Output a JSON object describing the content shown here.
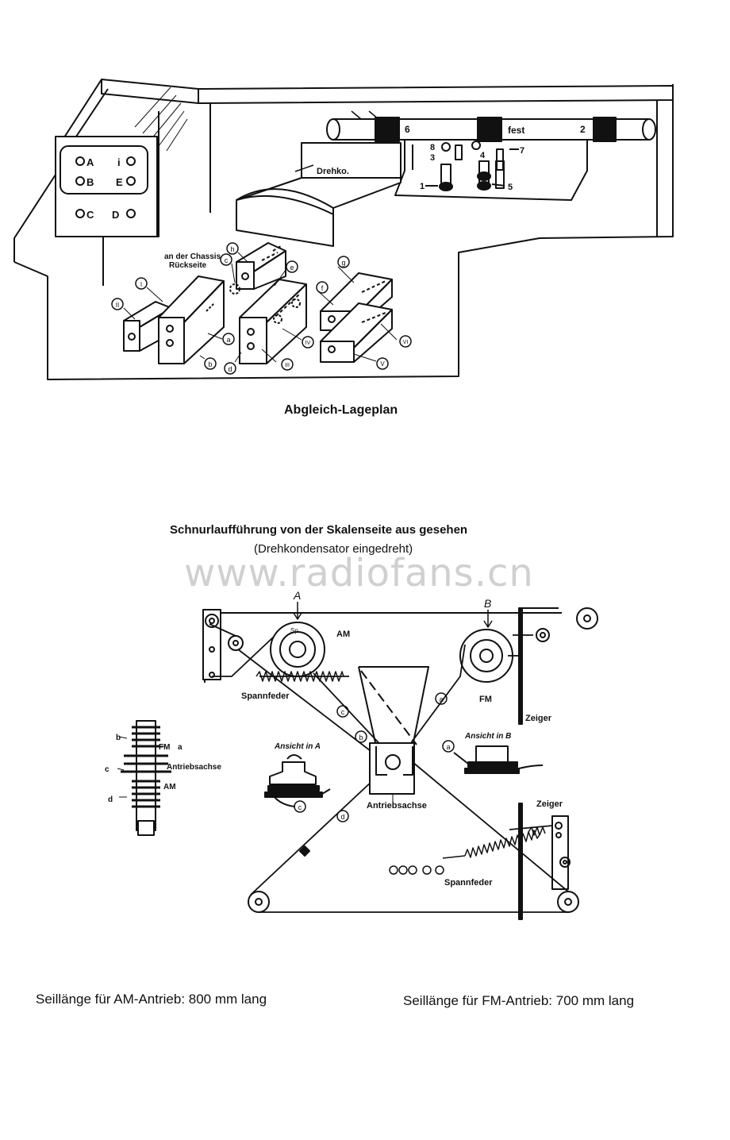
{
  "watermark": "www.radiofans.cn",
  "top_diagram": {
    "caption": "Abgleich-Lageplan",
    "panel_labels": [
      "A",
      "i",
      "B",
      "E",
      "C",
      "D"
    ],
    "drehko_label": "Drehko.",
    "rod_labels": [
      "6",
      "fest",
      "2"
    ],
    "post_labels": [
      "8",
      "3",
      "4",
      "7",
      "1",
      "5"
    ],
    "chassis_note_line1": "an der Chassis",
    "chassis_note_line2": "Rückseite",
    "markers": [
      "h",
      "c",
      "e",
      "g",
      "I",
      "II",
      "f",
      "a",
      "IV",
      "VI",
      "b",
      "d",
      "III",
      "V"
    ]
  },
  "bottom_diagram": {
    "title": "Schnurlaufführung von der Skalenseite aus gesehen",
    "subtitle": "(Drehkondensator eingedreht)",
    "label_A": "A",
    "label_B": "B",
    "label_sp": "Sp",
    "label_AM": "AM",
    "label_FM": "FM",
    "label_zeiger_1": "Zeiger",
    "label_zeiger_2": "Zeiger",
    "label_spannfeder_1": "Spannfeder",
    "label_spannfeder_2": "Spannfeder",
    "label_antriebsachse": "Antriebsachse",
    "label_ansicht_a": "Ansicht in A",
    "label_ansicht_b": "Ansicht in B",
    "stack_labels": {
      "b": "b",
      "fm": "FM",
      "a": "a",
      "antrieb": "Antriebsachse",
      "c": "c",
      "am": "AM",
      "d": "d"
    },
    "cord_markers": [
      "c",
      "b",
      "a",
      "d",
      "a",
      "c"
    ]
  },
  "footer": {
    "am_length": "Seillänge für AM-Antrieb: 800 mm lang",
    "fm_length": "Seillänge für FM-Antrieb: 700 mm lang"
  }
}
